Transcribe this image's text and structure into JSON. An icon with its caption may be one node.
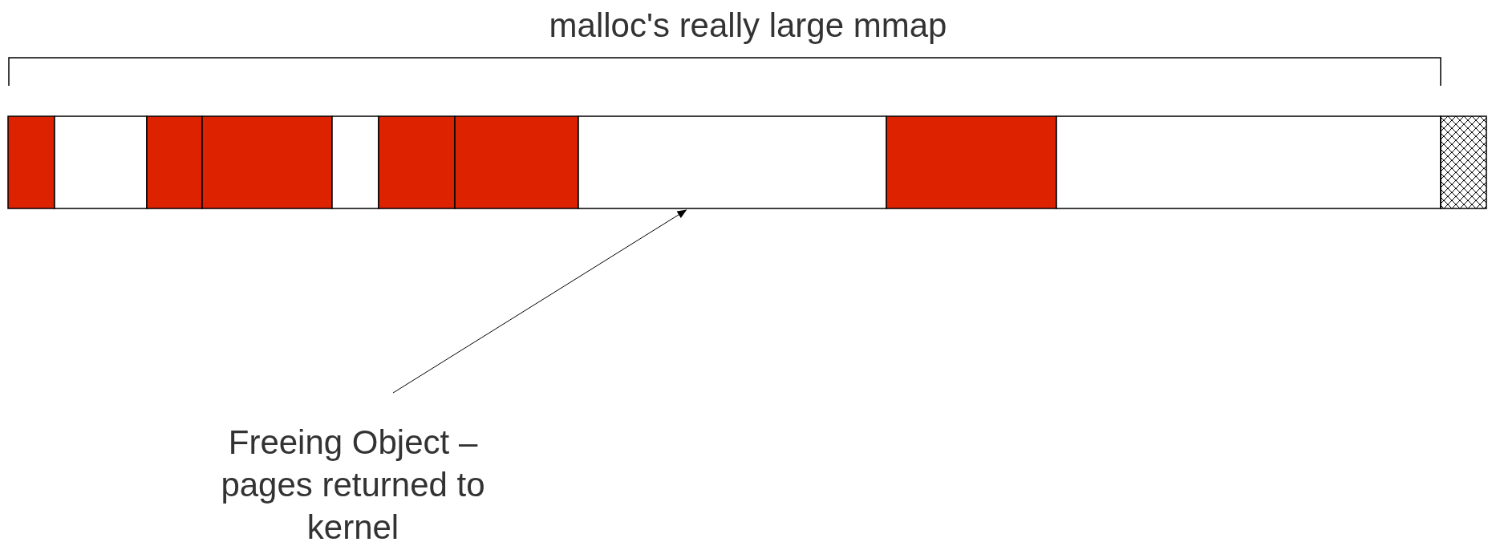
{
  "diagram": {
    "title": "malloc's really large mmap",
    "nodes": [
      {
        "text": [],
        "shape": "box"
      },
      {
        "text": [],
        "shape": "box"
      },
      {
        "text": [],
        "shape": "box"
      },
      {
        "text": [],
        "shape": "box"
      },
      {
        "text": [],
        "shape": "box"
      },
      {
        "text": [],
        "shape": "box"
      },
      {
        "text": [],
        "shape": "box"
      },
      {
        "text": [],
        "shape": "box"
      },
      {
        "text": [],
        "shape": "box"
      },
      {
        "text": [],
        "shape": "box"
      },
      {
        "text": [],
        "shape": "box"
      },
      {
        "text": [
          "Freeing Object – pages returned to kernel"
        ]
      }
    ],
    "edges": [
      {
        "from": 11,
        "to": 7,
        "arrow": "to"
      }
    ]
  }
}
